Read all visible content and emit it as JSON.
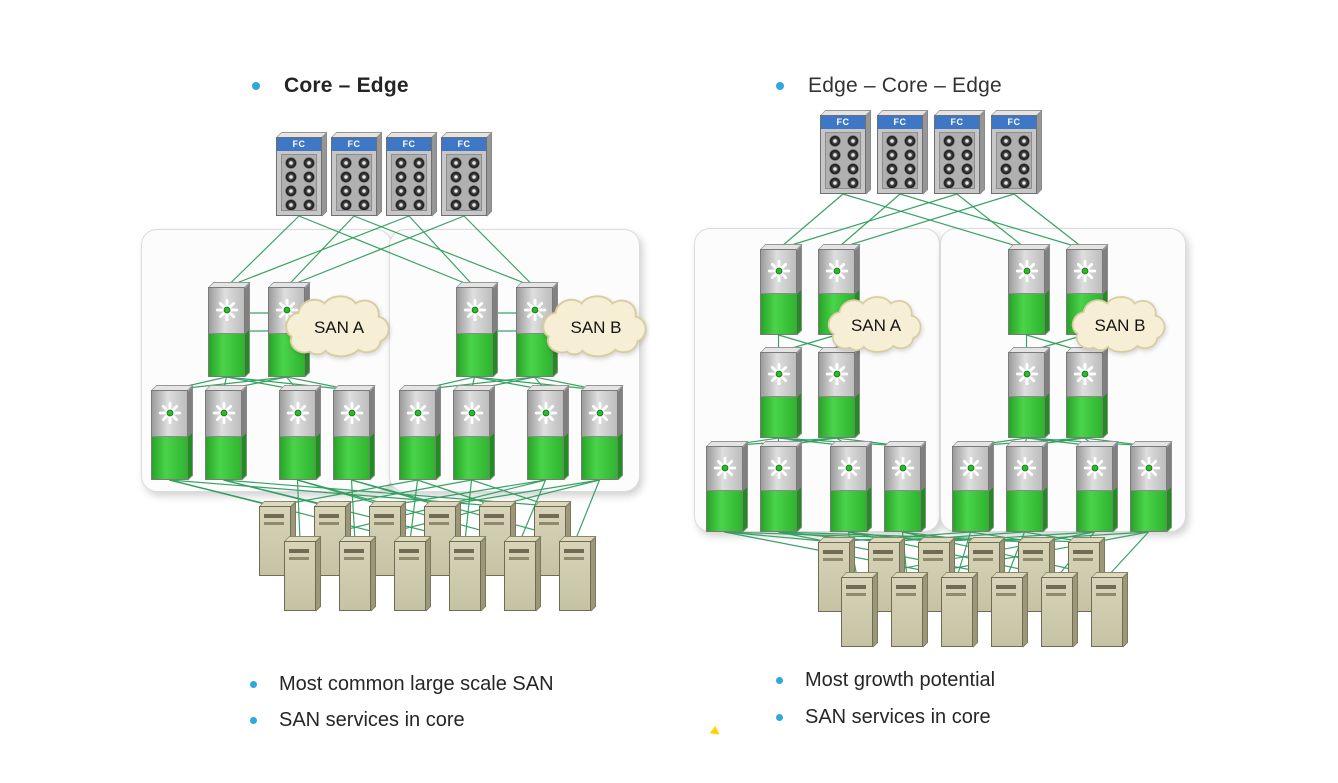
{
  "page": {
    "background": "#ffffff"
  },
  "storage_label": "FC",
  "panels": [
    {
      "id": "core-edge",
      "title": "Core – Edge",
      "storage_arrays": 4,
      "fabrics": [
        {
          "core_switches": 2,
          "edge_switches": 4
        },
        {
          "core_switches": 2,
          "edge_switches": 4
        }
      ],
      "clouds": [
        "SAN A",
        "SAN B"
      ],
      "servers": 12,
      "bullets": [
        "Most common large scale SAN",
        "SAN services in core"
      ]
    },
    {
      "id": "edge-core-edge",
      "title": "Edge – Core – Edge",
      "storage_arrays": 4,
      "fabrics": [
        {
          "top_edge_switches": 2,
          "core_switches": 2,
          "edge_switches": 4
        },
        {
          "top_edge_switches": 2,
          "core_switches": 2,
          "edge_switches": 4
        }
      ],
      "clouds": [
        "SAN A",
        "SAN B"
      ],
      "servers": 12,
      "bullets": [
        "Most growth potential",
        "SAN services in core"
      ]
    }
  ],
  "icons": {
    "fc_storage_array": "gray disk-array box with blue FC header and disk grid",
    "fabric_switch": "silver/green director switch with white starburst",
    "server": "tan tower server",
    "san_cloud": "cream cloud shape",
    "bullet": "blue round bullet dot"
  },
  "colors": {
    "bullet": "#2fa8dc",
    "line": "#2f9e5e",
    "switch_green": "#3cc43c",
    "switch_silver": "#c4c4c4",
    "fc_header_blue": "#3e77c6",
    "server_tan": "#ccc8aa",
    "cloud_fill": "#f6efd5",
    "cloud_stroke": "#d8cda0",
    "container_fill": "#fcfcfc"
  }
}
